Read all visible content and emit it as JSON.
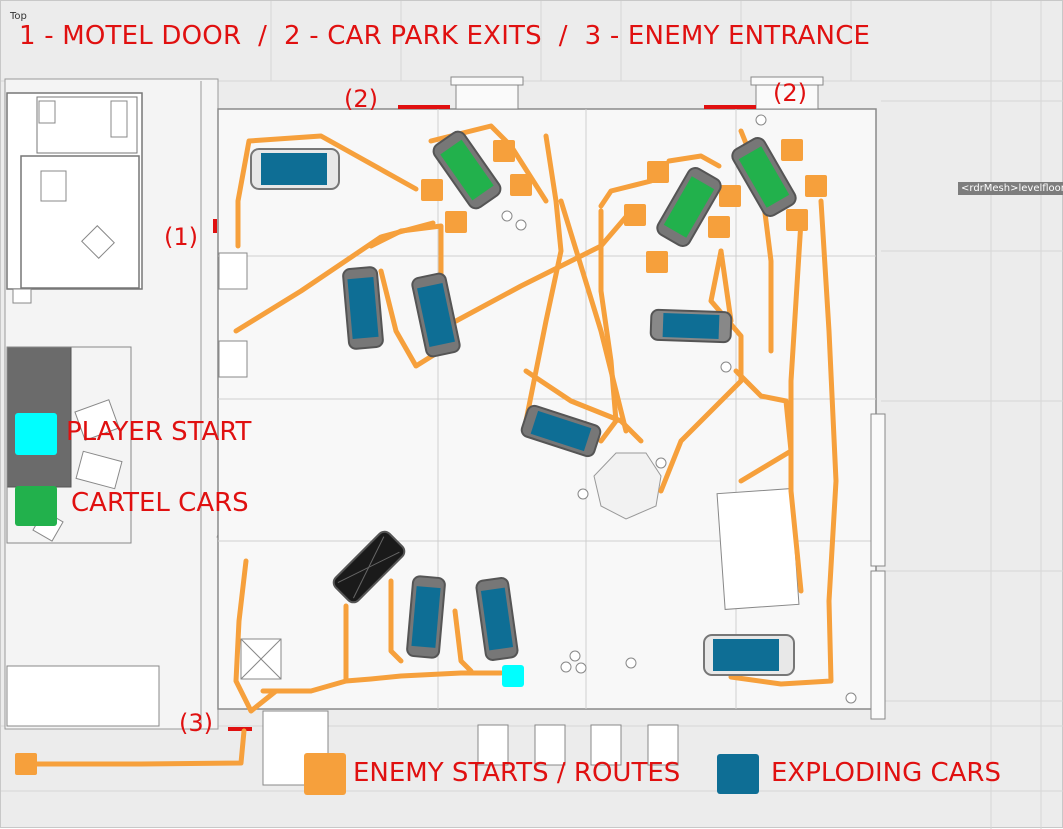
{
  "viewport": {
    "label": "Top"
  },
  "header": {
    "title": "1 - MOTEL DOOR  /  2 - CAR PARK EXITS  /  3 - ENEMY ENTRANCE"
  },
  "markers": {
    "motel_door": "(1)",
    "exit_left": "(2)",
    "exit_right": "(2)",
    "enemy_entrance": "(3)"
  },
  "legend": {
    "player_start": "PLAYER START",
    "cartel_cars": "CARTEL CARS",
    "enemy_starts": "ENEMY STARTS / ROUTES",
    "exploding_cars": "EXPLODING CARS"
  },
  "mesh_tag": "<rdrMesh>levelfloor",
  "colors": {
    "label_red": "#e01010",
    "route_orange": "#f6a03c",
    "enemy_orange": "#f6a03c",
    "cartel_green": "#22b14c",
    "exploding_blue": "#0e6e95",
    "player_cyan": "#00ffff"
  }
}
